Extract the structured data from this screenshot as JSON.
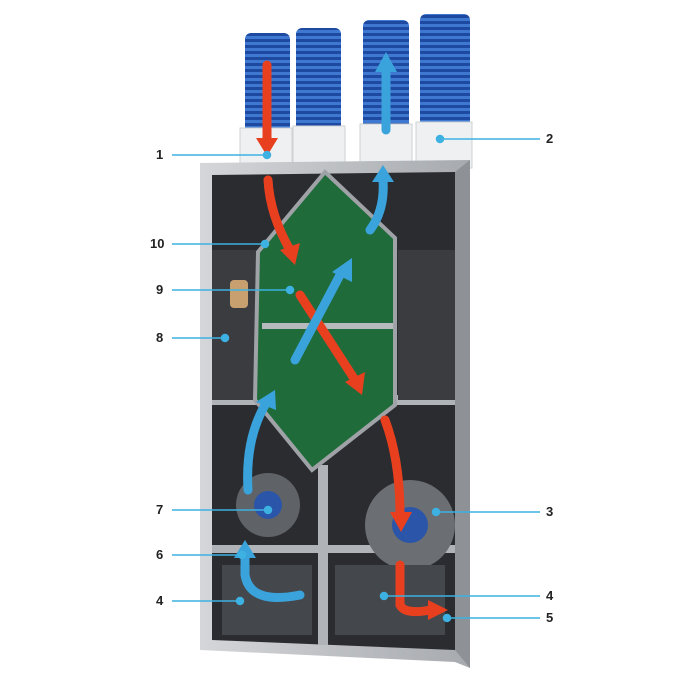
{
  "labels": {
    "l1": "1",
    "l2": "2",
    "l3": "3",
    "l4a": "4",
    "l4b": "4",
    "l5": "5",
    "l6": "6",
    "l7": "7",
    "l8": "8",
    "l9": "9",
    "l10": "10"
  },
  "colors": {
    "leader": "#3cb1e2",
    "warm_air": "#e8401f",
    "cool_air": "#3aa3dc",
    "exchanger": "#1f6b3a",
    "duct": "#1f4fa8",
    "casing": "#b9bcc0"
  }
}
